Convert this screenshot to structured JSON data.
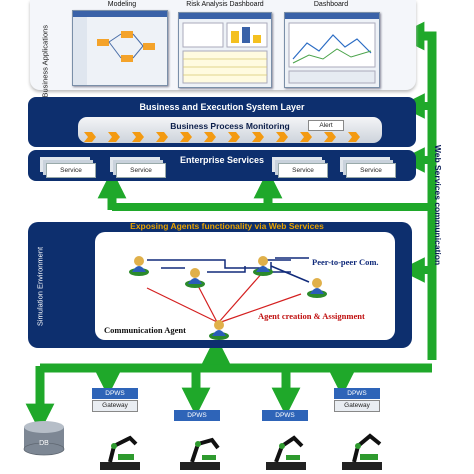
{
  "business_applications": {
    "side_label": "Business Applications",
    "screens": [
      {
        "title": "Modeling"
      },
      {
        "title": "Risk Analysis Dashboard"
      },
      {
        "title": "Dashboard"
      }
    ]
  },
  "business_layer": {
    "title": "Business and Execution System Layer",
    "bpm_label": "Business Process Monitoring",
    "alert_label": "Alert"
  },
  "enterprise_services": {
    "title": "Enterprise Services",
    "services": [
      "Service",
      "Service",
      "Service",
      "Service"
    ]
  },
  "web_services_label": "Web Services communication",
  "simulation": {
    "side_label": "Simulation Environment",
    "exposing_label": "Exposing Agents functionality via Web Services",
    "p2p_label": "Peer-to-peer Com.",
    "creation_label": "Agent creation & Assignment",
    "comm_agent_label": "Communication Agent"
  },
  "devices": {
    "db_label": "DB",
    "nodes": [
      {
        "dpws": "DPWS",
        "gateway": "Gateway"
      },
      {
        "dpws": "DPWS",
        "gateway": ""
      },
      {
        "dpws": "DPWS",
        "gateway": ""
      },
      {
        "dpws": "DPWS",
        "gateway": "Gateway"
      }
    ]
  },
  "colors": {
    "green_arrow": "#1fa82a",
    "dark_panel": "#0d2f6e",
    "orange_chevron": "#f39a12",
    "red_line": "#d42020",
    "label_orange": "#e8a200",
    "label_red": "#c01010",
    "label_navy": "#102a7a"
  }
}
